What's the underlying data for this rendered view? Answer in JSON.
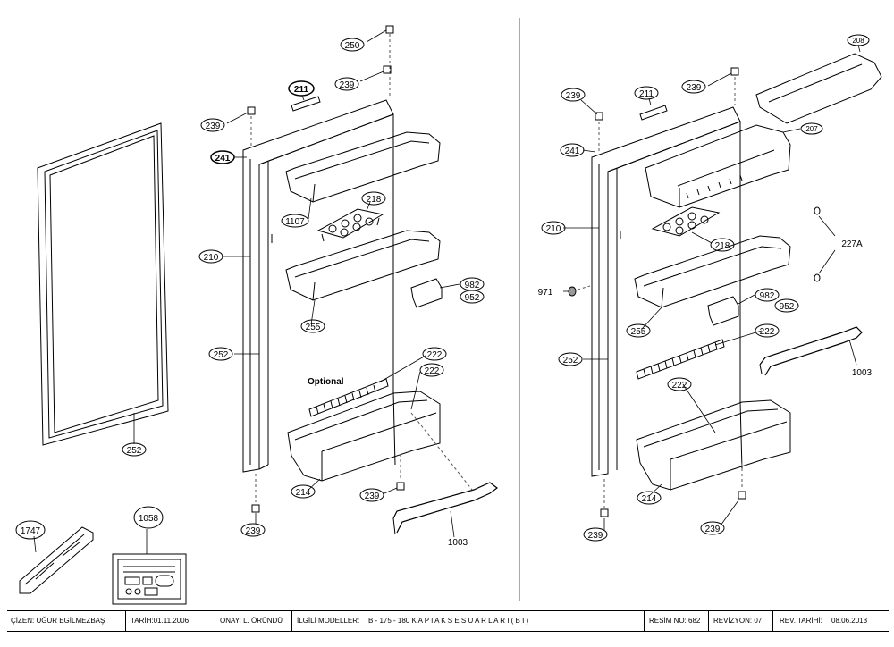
{
  "left_view": {
    "callouts": [
      "250",
      "239",
      "211",
      "239",
      "241",
      "1107",
      "218",
      "210",
      "982",
      "952",
      "255",
      "252",
      "222",
      "222",
      "252",
      "214",
      "239",
      "239",
      "1003",
      "1058",
      "1747"
    ],
    "optional_note": "Optional"
  },
  "right_view": {
    "callouts": [
      "208",
      "239",
      "239",
      "211",
      "207",
      "241",
      "210",
      "218",
      "227A",
      "971",
      "982",
      "952",
      "255",
      "222",
      "252",
      "1003",
      "222",
      "214",
      "239",
      "239"
    ]
  },
  "title_block": {
    "drawn_by": "ÇİZEN: UĞUR EGİLMEZBAŞ",
    "date": "TARİH:01.11.2006",
    "approved": "ONAY: L. ÖRÜNDÜ",
    "models_label": "İLGİLİ MODELLER:",
    "models_value": "B - 175 - 180  K A P I  A K S E S U A R L A R I  ( B I )",
    "drawing_no": "RESİM NO: 682",
    "revision": "REVİZYON: 07",
    "rev_date_label": "REV. TARİHİ:",
    "rev_date_value": "08.06.2013"
  }
}
